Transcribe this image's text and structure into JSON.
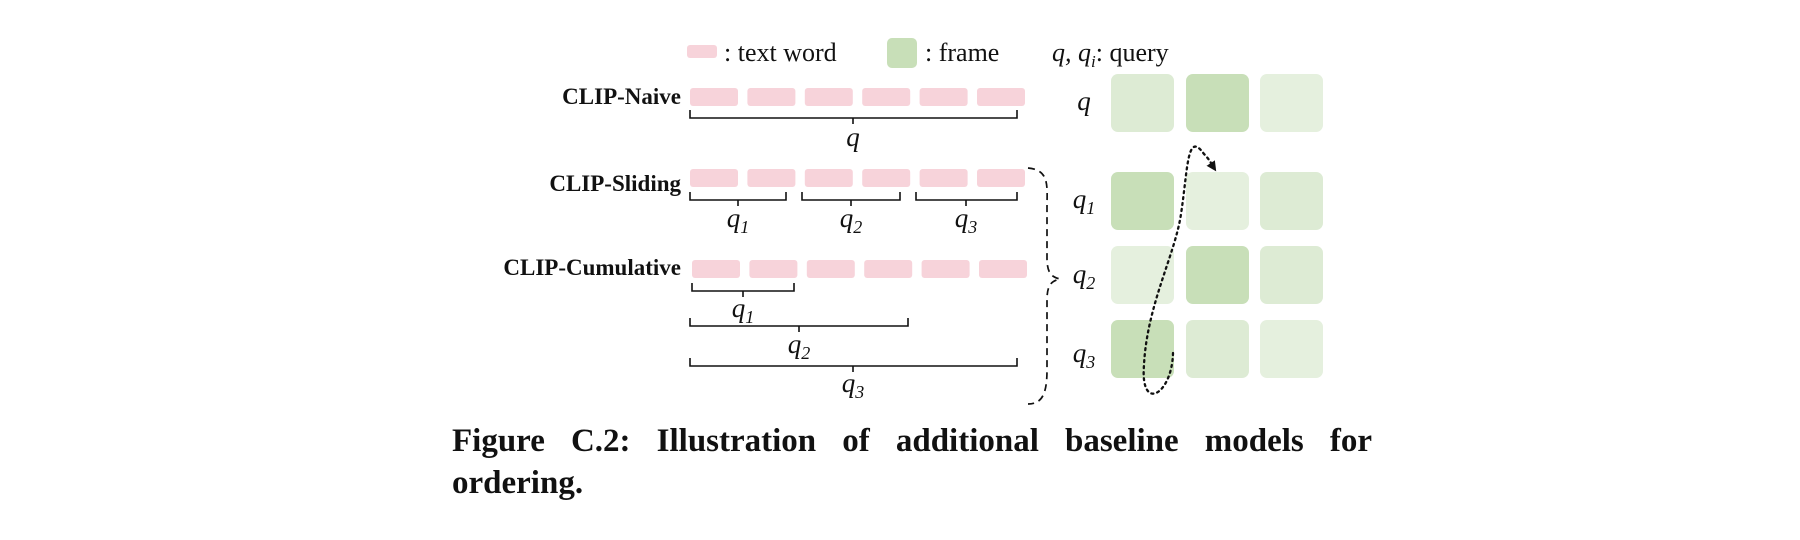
{
  "legend": {
    "text_word": ": text word",
    "frame": ": frame",
    "query_symbols": "q, q",
    "query_sub": "i",
    "query_label": ": query"
  },
  "rows": {
    "naive": "CLIP-Naive",
    "sliding": "CLIP-Sliding",
    "cumulative": "CLIP-Cumulative"
  },
  "query_symbol": "q",
  "query_subscripts": [
    "1",
    "2",
    "3"
  ],
  "matrix_levels": [
    [
      0.45,
      1.0,
      0.25
    ],
    [
      1.0,
      0.25,
      0.45
    ],
    [
      0.25,
      1.0,
      0.45
    ],
    [
      1.0,
      0.45,
      0.25
    ]
  ],
  "colors": {
    "word": "#f7d3da",
    "frame_strong": "#c8dfb8",
    "frame_light": "#eaf3e2",
    "ink": "#111111"
  },
  "caption": "Figure C.2: Illustration of additional baseline models for ordering."
}
